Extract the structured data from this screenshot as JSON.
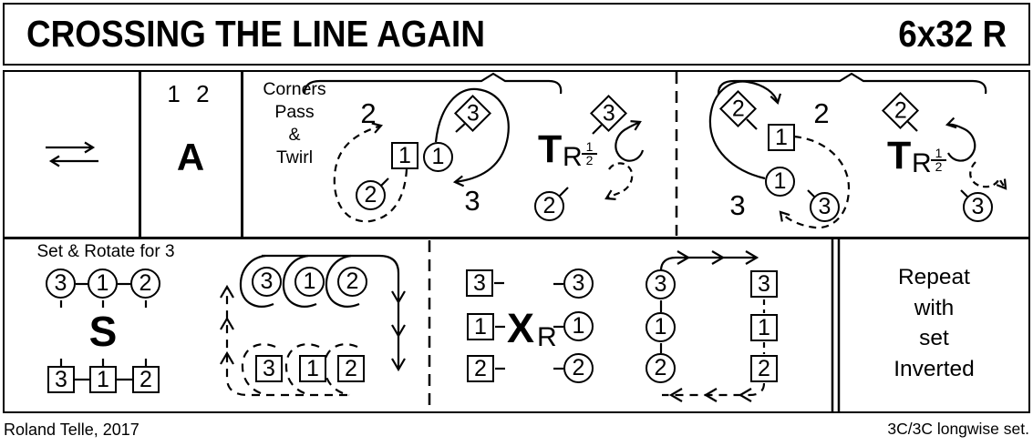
{
  "header": {
    "title": "CROSSING THE LINE AGAIN",
    "meta": "6x32 R"
  },
  "footer": {
    "credit": "Roland Telle, 2017",
    "set_type": "3C/3C longwise set."
  },
  "cells": {
    "advance": {
      "bars": "1 2",
      "symbol": "A"
    },
    "corners_left": {
      "caption": "Corners\nPass\n&\nTwirl",
      "labels": {
        "two": "2",
        "three": "3"
      },
      "turn": {
        "main": "T",
        "sub": "R",
        "num": "1",
        "den": "2"
      },
      "tokens": [
        {
          "shape": "square",
          "label": "1"
        },
        {
          "shape": "circle",
          "label": "1"
        },
        {
          "shape": "circle",
          "label": "2"
        },
        {
          "shape": "diamond",
          "label": "3"
        },
        {
          "shape": "diamond",
          "label": "3"
        },
        {
          "shape": "circle",
          "label": "2"
        }
      ]
    },
    "corners_right": {
      "labels": {
        "two": "2",
        "three": "3"
      },
      "turn": {
        "main": "T",
        "sub": "R",
        "num": "1",
        "den": "2"
      },
      "tokens": [
        {
          "shape": "diamond",
          "label": "2"
        },
        {
          "shape": "square",
          "label": "1"
        },
        {
          "shape": "circle",
          "label": "1"
        },
        {
          "shape": "circle",
          "label": "3"
        },
        {
          "shape": "diamond",
          "label": "2"
        },
        {
          "shape": "circle",
          "label": "3"
        }
      ]
    },
    "set_rotate": {
      "caption": "Set & Rotate for 3",
      "symbol": "S",
      "top_row": [
        "3",
        "1",
        "2"
      ],
      "bottom_row": [
        "3",
        "1",
        "2"
      ]
    },
    "loop_diagram_left": {
      "top_row": [
        "3",
        "1",
        "2"
      ],
      "bottom_row": [
        "3",
        "1",
        "2"
      ]
    },
    "cross": {
      "symbol": "X",
      "sub": "R",
      "left_column": [
        "3",
        "1",
        "2"
      ],
      "right_column": [
        "3",
        "1",
        "2"
      ]
    },
    "loop_diagram_right": {
      "left_column": [
        "3",
        "1",
        "2"
      ],
      "right_column": [
        "3",
        "1",
        "2"
      ]
    },
    "repeat": {
      "text": "Repeat\nwith\nset\nInverted"
    }
  }
}
